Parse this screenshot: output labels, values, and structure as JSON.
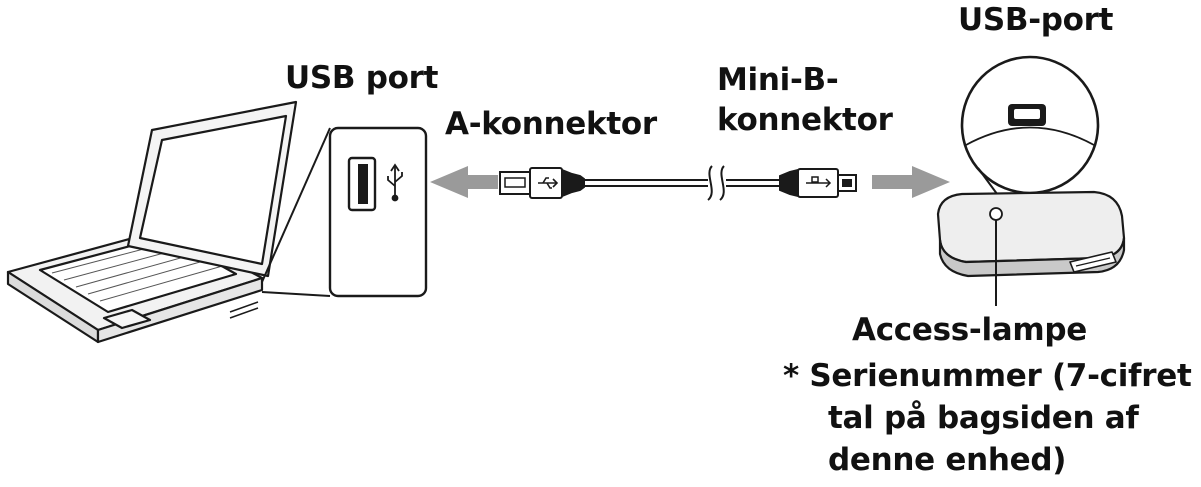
{
  "labels": {
    "usb_port_top_right": "USB-port",
    "usb_port_left": "USB port",
    "mini_b_line1": "Mini-B-",
    "mini_b_line2": "konnektor",
    "a_connector": "A-konnektor",
    "access_lamp": "Access-lampe",
    "serial_line1": "* Serienummer (7-cifret",
    "serial_line2": "tal på bagsiden af",
    "serial_line3": "denne enhed)"
  },
  "colors": {
    "line": "#1a1a1a",
    "arrow_fill": "#9a9a9a",
    "device_fill": "#e9e9e9",
    "device_shade": "#c9c9c9"
  },
  "icons": [
    "laptop-icon",
    "usb-a-port-icon",
    "usb-symbol-icon",
    "usb-a-plug-icon",
    "mini-b-plug-icon",
    "mini-b-port-icon",
    "card-reader-device-icon",
    "cable-break-icon"
  ]
}
